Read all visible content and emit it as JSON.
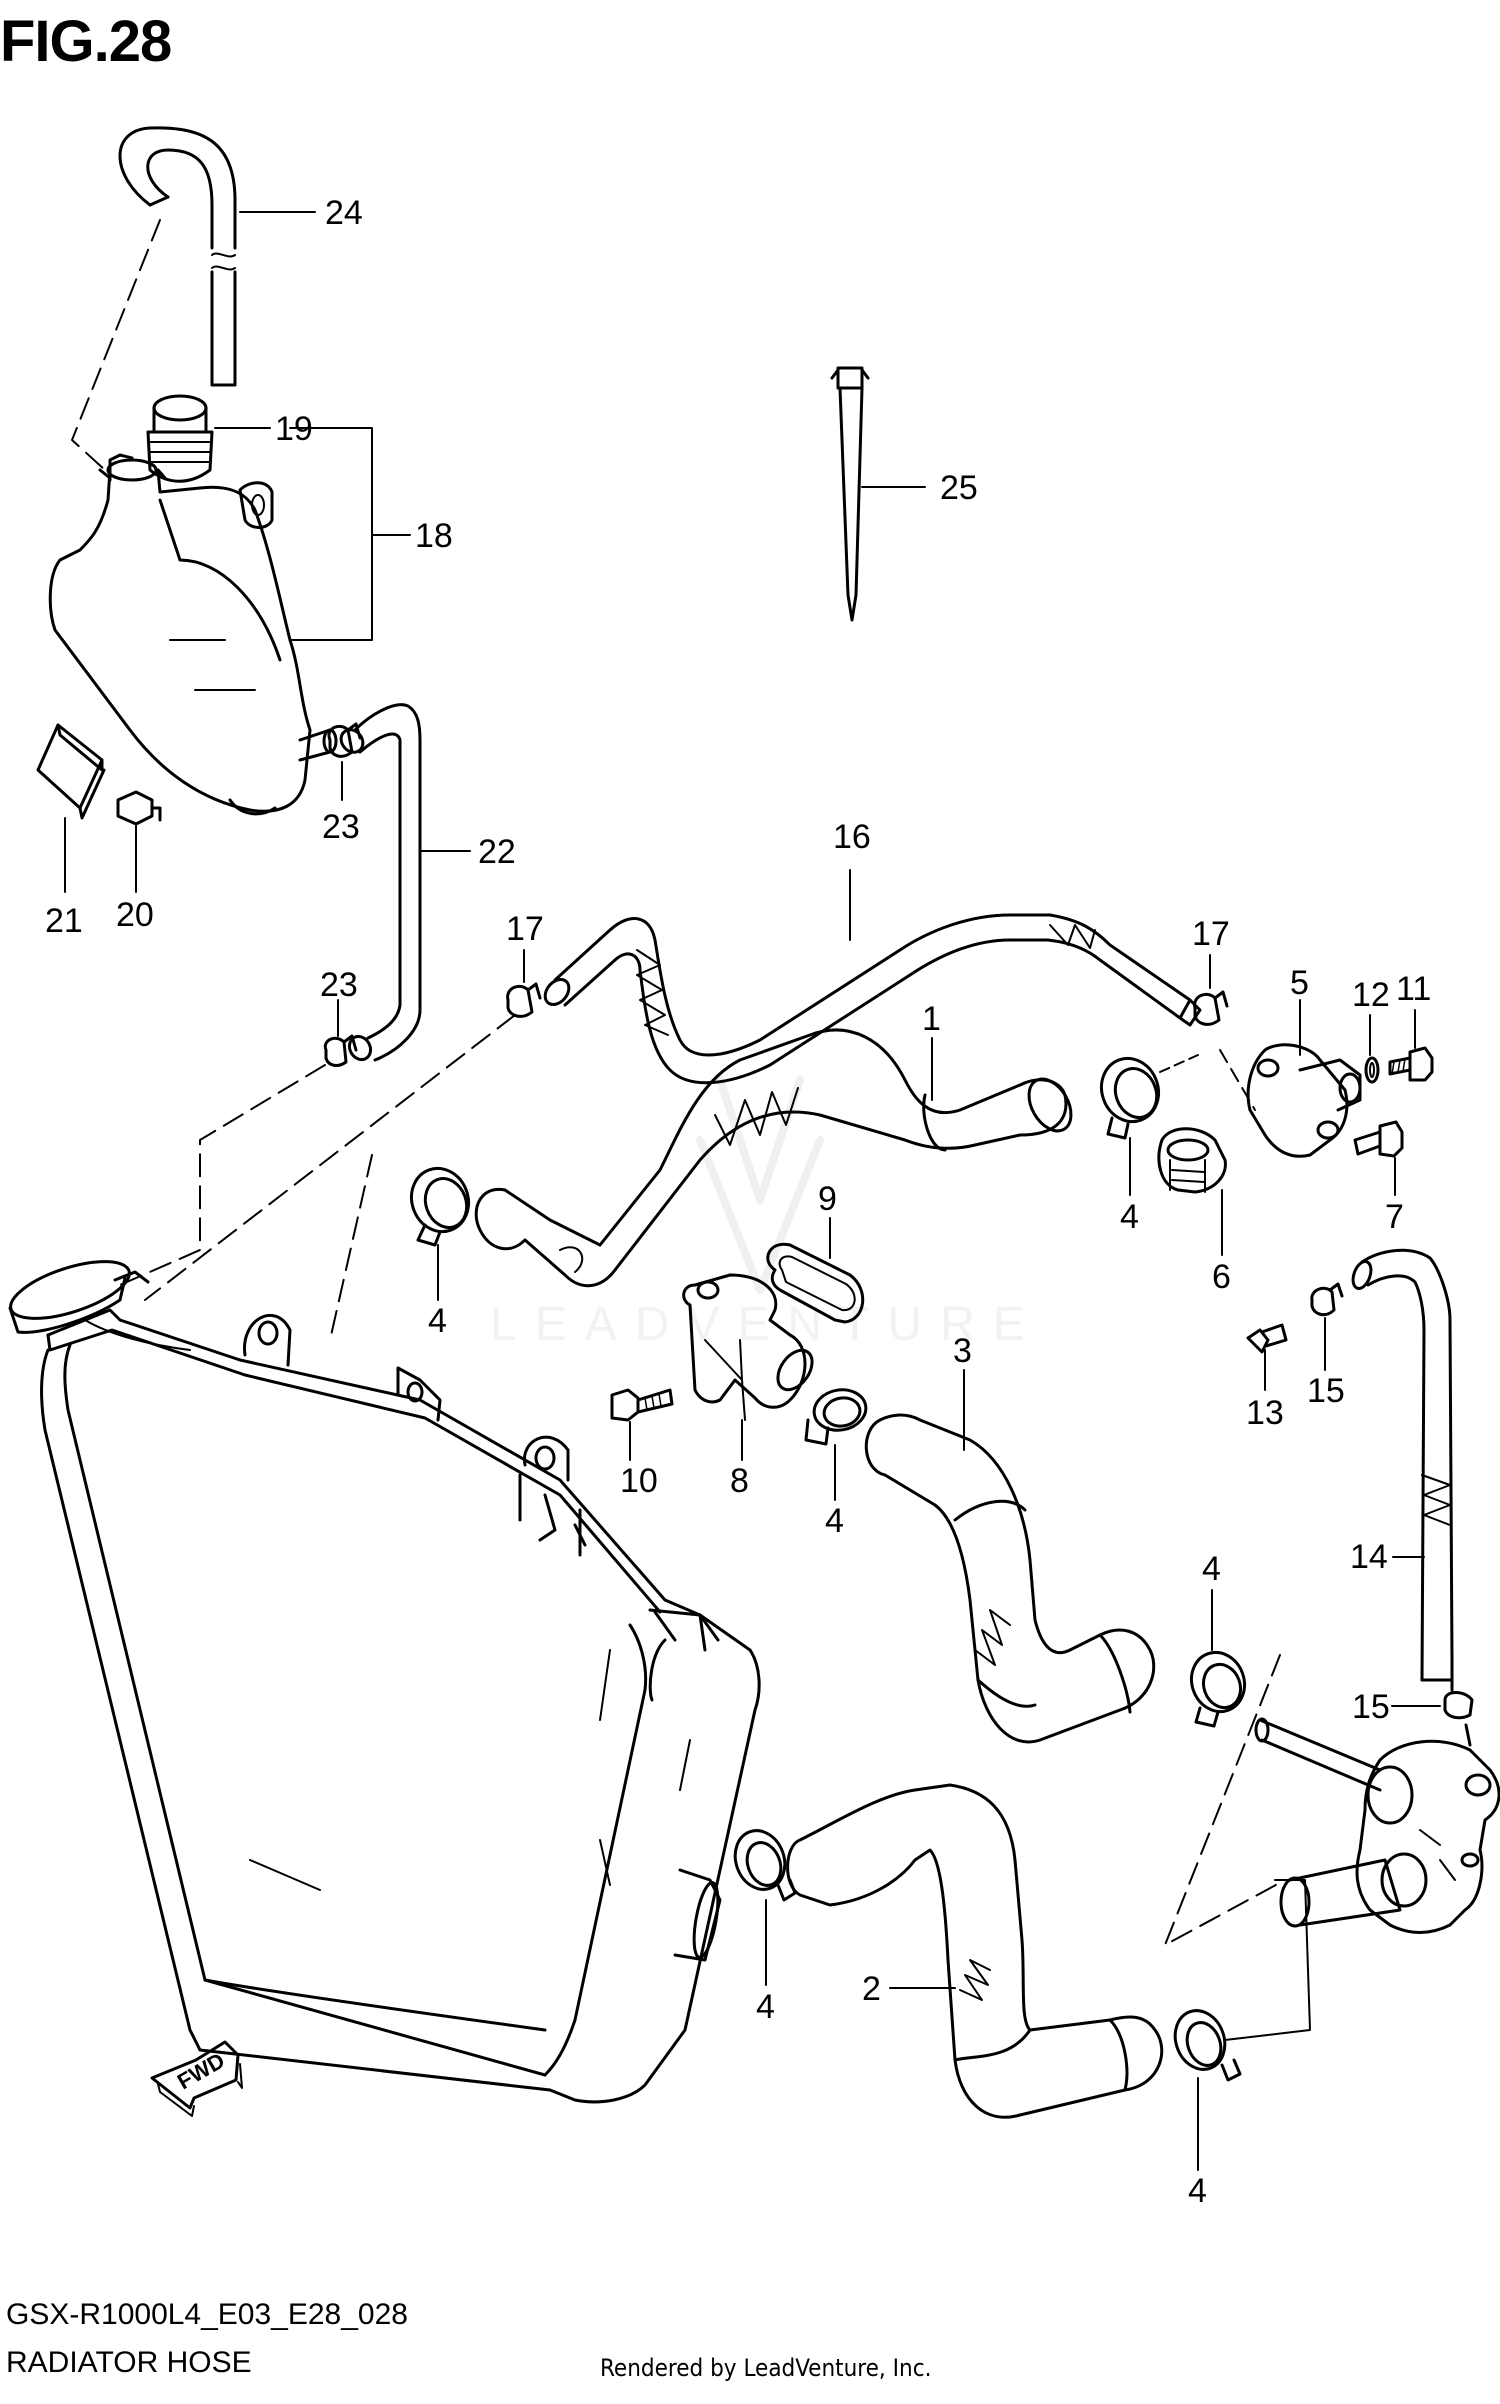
{
  "figure": {
    "title": "FIG.28",
    "model_code": "GSX-R1000L4_E03_E28_028",
    "caption": "RADIATOR HOSE",
    "credit": "Rendered by LeadVenture, Inc.",
    "watermark": "LEADVENTURE",
    "fwd_label": "FWD"
  },
  "callouts": [
    {
      "id": "c24",
      "label": "24"
    },
    {
      "id": "c19",
      "label": "19"
    },
    {
      "id": "c18",
      "label": "18"
    },
    {
      "id": "c25",
      "label": "25"
    },
    {
      "id": "c23a",
      "label": "23"
    },
    {
      "id": "c22",
      "label": "22"
    },
    {
      "id": "c21",
      "label": "21"
    },
    {
      "id": "c20",
      "label": "20"
    },
    {
      "id": "c16",
      "label": "16"
    },
    {
      "id": "c17a",
      "label": "17"
    },
    {
      "id": "c17b",
      "label": "17"
    },
    {
      "id": "c5",
      "label": "5"
    },
    {
      "id": "c12",
      "label": "12"
    },
    {
      "id": "c11",
      "label": "11"
    },
    {
      "id": "c23b",
      "label": "23"
    },
    {
      "id": "c1",
      "label": "1"
    },
    {
      "id": "c4a",
      "label": "4"
    },
    {
      "id": "c7",
      "label": "7"
    },
    {
      "id": "c9",
      "label": "9"
    },
    {
      "id": "c6",
      "label": "6"
    },
    {
      "id": "c4b",
      "label": "4"
    },
    {
      "id": "c3",
      "label": "3"
    },
    {
      "id": "c13",
      "label": "13"
    },
    {
      "id": "c15a",
      "label": "15"
    },
    {
      "id": "c10",
      "label": "10"
    },
    {
      "id": "c8",
      "label": "8"
    },
    {
      "id": "c4c",
      "label": "4"
    },
    {
      "id": "c14",
      "label": "14"
    },
    {
      "id": "c4d",
      "label": "4"
    },
    {
      "id": "c15b",
      "label": "15"
    },
    {
      "id": "c2",
      "label": "2"
    },
    {
      "id": "c4e",
      "label": "4"
    },
    {
      "id": "c4f",
      "label": "4"
    }
  ]
}
